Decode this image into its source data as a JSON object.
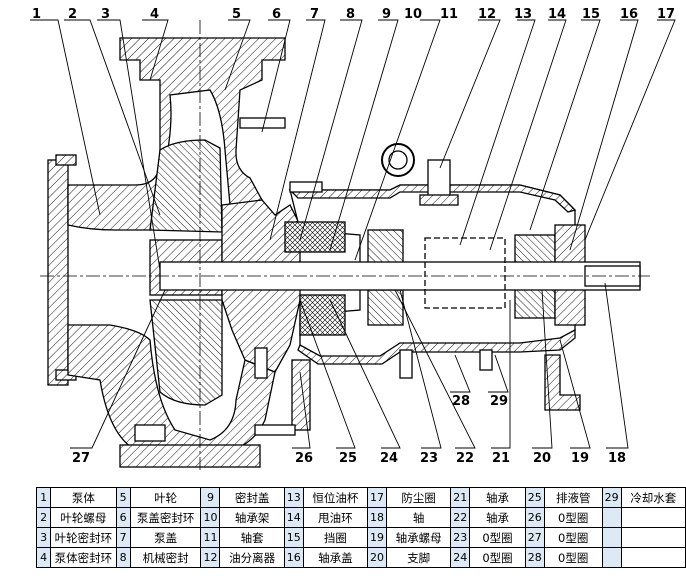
{
  "callouts": [
    "1",
    "2",
    "3",
    "4",
    "5",
    "6",
    "7",
    "8",
    "9",
    "10",
    "11",
    "12",
    "13",
    "14",
    "15",
    "16",
    "17",
    "18",
    "19",
    "20",
    "21",
    "22",
    "23",
    "24",
    "25",
    "26",
    "27",
    "28",
    "29"
  ],
  "parts": [
    [
      {
        "num": "1",
        "name": "泵体"
      },
      {
        "num": "5",
        "name": "叶轮"
      },
      {
        "num": "9",
        "name": "密封盖"
      },
      {
        "num": "13",
        "name": "恒位油杯"
      },
      {
        "num": "17",
        "name": "防尘圈"
      },
      {
        "num": "21",
        "name": "轴承"
      },
      {
        "num": "25",
        "name": "排液管"
      },
      {
        "num": "29",
        "name": "冷却水套"
      }
    ],
    [
      {
        "num": "2",
        "name": "叶轮螺母"
      },
      {
        "num": "6",
        "name": "泵盖密封环"
      },
      {
        "num": "10",
        "name": "轴承架"
      },
      {
        "num": "14",
        "name": "甩油环"
      },
      {
        "num": "18",
        "name": "轴"
      },
      {
        "num": "22",
        "name": "轴承"
      },
      {
        "num": "26",
        "name": "0型圈"
      },
      {
        "num": "",
        "name": ""
      }
    ],
    [
      {
        "num": "3",
        "name": "叶轮密封环"
      },
      {
        "num": "7",
        "name": "泵盖"
      },
      {
        "num": "11",
        "name": "轴套"
      },
      {
        "num": "15",
        "name": "挡圈"
      },
      {
        "num": "19",
        "name": "轴承螺母"
      },
      {
        "num": "23",
        "name": "0型圈"
      },
      {
        "num": "27",
        "name": "0型圈"
      },
      {
        "num": "",
        "name": ""
      }
    ],
    [
      {
        "num": "4",
        "name": "泵体密封环"
      },
      {
        "num": "8",
        "name": "机械密封"
      },
      {
        "num": "12",
        "name": "油分离器"
      },
      {
        "num": "16",
        "name": "轴承盖"
      },
      {
        "num": "20",
        "name": "支脚"
      },
      {
        "num": "24",
        "name": "0型圈"
      },
      {
        "num": "28",
        "name": "0型圈"
      },
      {
        "num": "",
        "name": ""
      }
    ]
  ]
}
